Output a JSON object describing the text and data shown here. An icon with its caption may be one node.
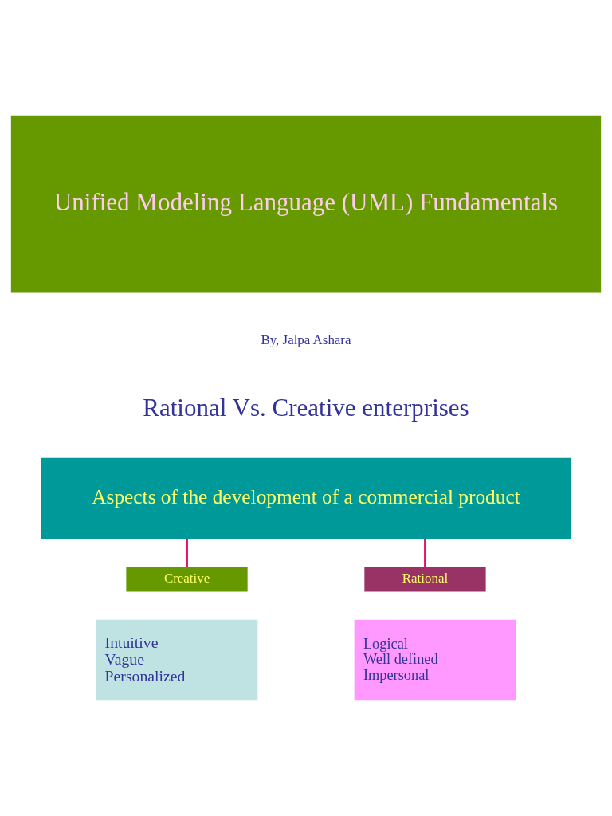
{
  "diagram": {
    "nodes": [
      {
        "text": [
          "Unified Modeling Language (UML) Fundamentals"
        ]
      },
      {
        "text": [
          "Aspects of the development of a commercial product"
        ]
      },
      {
        "text": [
          "Creative"
        ]
      },
      {
        "text": [
          "Rational"
        ]
      },
      {
        "text": [
          "Intuitive",
          "Vague",
          "Personalized"
        ]
      },
      {
        "text": [
          "Logical",
          "Well defined",
          "Impersonal"
        ]
      }
    ],
    "edges": [
      {
        "from": 1,
        "to": 2,
        "arrow": "none",
        "color": "#e0106a"
      },
      {
        "from": 1,
        "to": 3,
        "arrow": "none",
        "color": "#e0106a"
      }
    ],
    "labels": [
      "By, Jalpa Ashara",
      "Rational Vs. Creative enterprises"
    ]
  }
}
